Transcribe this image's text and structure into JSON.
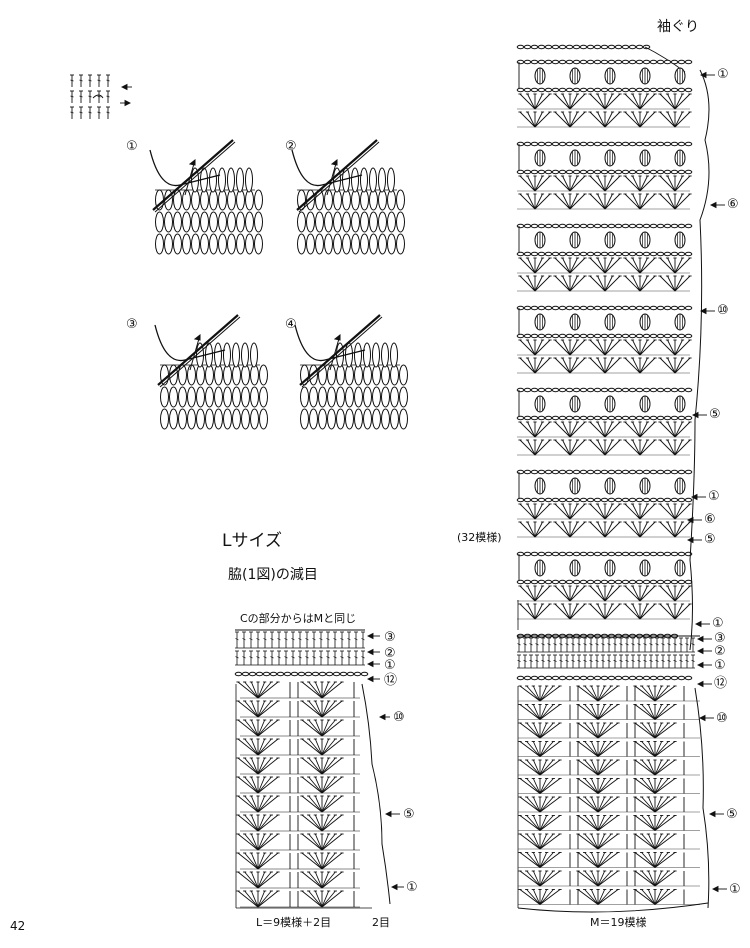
{
  "texts": {
    "armhole": "袖ぐり",
    "size_title": "Lサイズ",
    "side_decrease": "脇(1図)の減目",
    "same_as_m": "Cの部分からはMと同じ",
    "repeat_32": "(32模様)",
    "l_width": "L＝9模様＋2目",
    "two_sts": "2目",
    "m_width": "M＝19模様",
    "page_number": "42"
  },
  "steps": [
    "①",
    "②",
    "③",
    "④"
  ],
  "left_chart_marks": [
    {
      "label": "③"
    },
    {
      "label": "②"
    },
    {
      "label": "①"
    },
    {
      "label": "⑫"
    },
    {
      "label": "⑩"
    },
    {
      "label": "⑤"
    },
    {
      "label": "①"
    }
  ],
  "right_chart_marks": [
    {
      "label": "①"
    },
    {
      "label": "⑥"
    },
    {
      "label": "⑩"
    },
    {
      "label": "⑤"
    },
    {
      "label": "①"
    },
    {
      "label": "⑥"
    },
    {
      "label": "⑤"
    },
    {
      "label": "①"
    },
    {
      "label": "③"
    },
    {
      "label": "②"
    },
    {
      "label": "①"
    },
    {
      "label": "⑫"
    },
    {
      "label": "⑩"
    },
    {
      "label": "⑤"
    },
    {
      "label": "①"
    }
  ]
}
